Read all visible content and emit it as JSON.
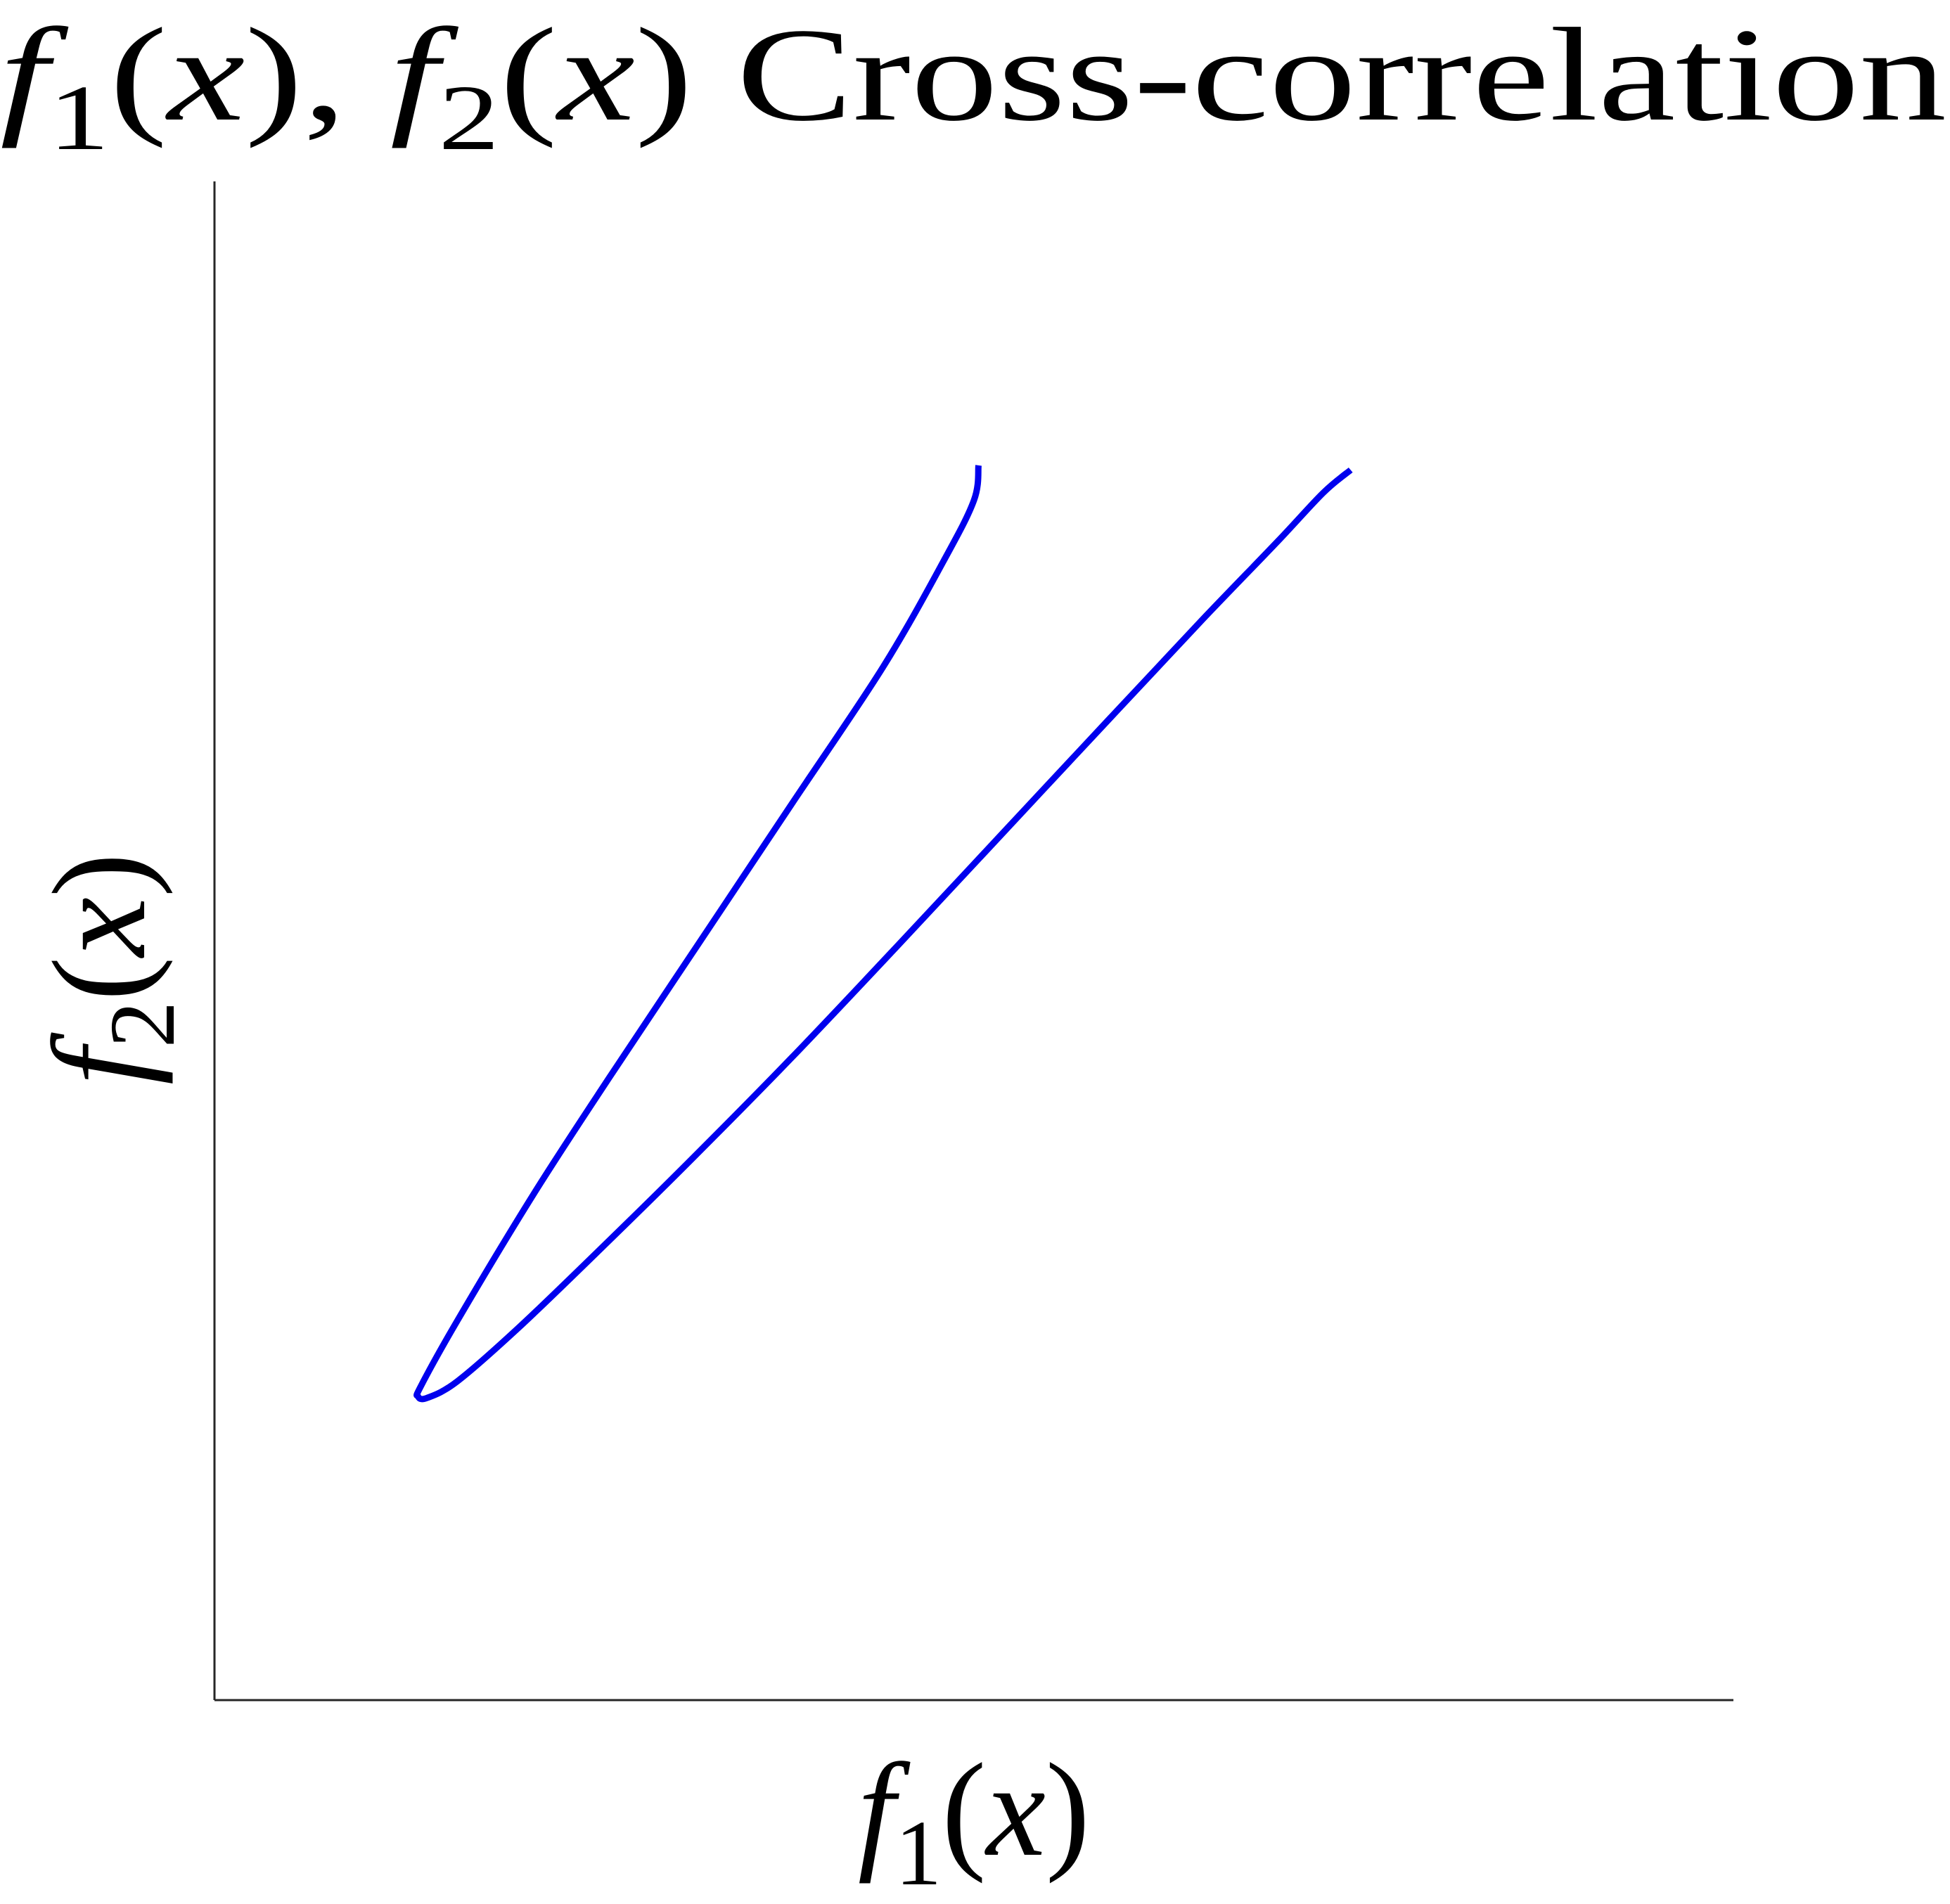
{
  "chart_data": {
    "type": "line",
    "title": {
      "parts": [
        {
          "text": "f",
          "style": "italic"
        },
        {
          "text": "1",
          "style": "sub"
        },
        {
          "text": "(",
          "style": "normal"
        },
        {
          "text": "x",
          "style": "italic"
        },
        {
          "text": "), ",
          "style": "normal"
        },
        {
          "text": "f",
          "style": "italic"
        },
        {
          "text": "2",
          "style": "sub"
        },
        {
          "text": "(",
          "style": "normal"
        },
        {
          "text": "x",
          "style": "italic"
        },
        {
          "text": ")  Cross-correlation",
          "style": "normal"
        }
      ]
    },
    "xlabel": {
      "parts": [
        {
          "text": "f",
          "style": "italic"
        },
        {
          "text": "1",
          "style": "sub"
        },
        {
          "text": "(",
          "style": "normal"
        },
        {
          "text": "x",
          "style": "italic"
        },
        {
          "text": ")",
          "style": "normal"
        }
      ]
    },
    "ylabel": {
      "parts": [
        {
          "text": "f",
          "style": "italic"
        },
        {
          "text": "2",
          "style": "sub"
        },
        {
          "text": "(",
          "style": "normal"
        },
        {
          "text": "x",
          "style": "italic"
        },
        {
          "text": ")",
          "style": "normal"
        }
      ]
    },
    "xlim": [
      0,
      1
    ],
    "ylim": [
      0,
      1
    ],
    "xticks": [],
    "yticks": [],
    "grid": false,
    "axes_box": "left-bottom-only",
    "series": [
      {
        "color": "#0000ee",
        "x": [
          0.503,
          0.5,
          0.48,
          0.44,
          0.38,
          0.32,
          0.26,
          0.21,
          0.16,
          0.136,
          0.134,
          0.14,
          0.16,
          0.2,
          0.25,
          0.31,
          0.38,
          0.45,
          0.52,
          0.59,
          0.65,
          0.7,
          0.73,
          0.748
        ],
        "y": [
          0.813,
          0.79,
          0.75,
          0.68,
          0.59,
          0.5,
          0.41,
          0.333,
          0.25,
          0.207,
          0.2,
          0.199,
          0.21,
          0.245,
          0.293,
          0.352,
          0.423,
          0.497,
          0.572,
          0.647,
          0.711,
          0.763,
          0.795,
          0.81
        ]
      }
    ]
  }
}
